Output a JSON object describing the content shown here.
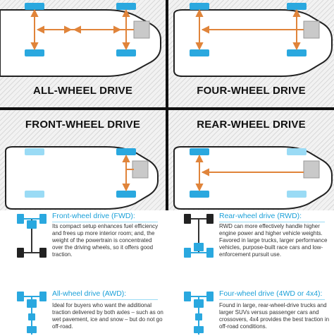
{
  "colors": {
    "tire": "#2aa8df",
    "tire_front": "#9adbf5",
    "arrow": "#e0843a",
    "engine": "#c9c9c9",
    "divider": "#111111",
    "legend_heading": "#1aa0d8"
  },
  "panels": {
    "awd": {
      "title": "ALL-WHEEL DRIVE"
    },
    "fourwd": {
      "title": "FOUR-WHEEL DRIVE"
    },
    "fwd": {
      "title": "FRONT-WHEEL DRIVE"
    },
    "rwd": {
      "title": "REAR-WHEEL DRIVE"
    }
  },
  "legend": {
    "fwd": {
      "heading": "Front-wheel drive (FWD):",
      "body": "Its compact setup enhances fuel efficiency and frees up more interior room; and, the weight of the powertrain is concentrated over the driving wheels, so it offers good traction."
    },
    "rwd": {
      "heading": "Rear-wheel drive (RWD):",
      "body": "RWD can more effectively handle higher engine power and higher vehicle weights. Favored in large trucks, larger performance vehicles, purpose-built race cars and low-enforcement pursuit use."
    },
    "awd": {
      "heading": "All-wheel drive (AWD):",
      "body": "Ideal for buyers who want the additional traction delivered by both axles – such as on wet pavement, ice and snow – but do not go off-road."
    },
    "fourwd": {
      "heading": "Four-wheel drive (4WD or 4x4):",
      "body": "Found in large, rear-wheel-drive trucks and larger SUVs versus passenger cars and crossovers, 4x4 provides the best traction in off-road conditions."
    }
  }
}
